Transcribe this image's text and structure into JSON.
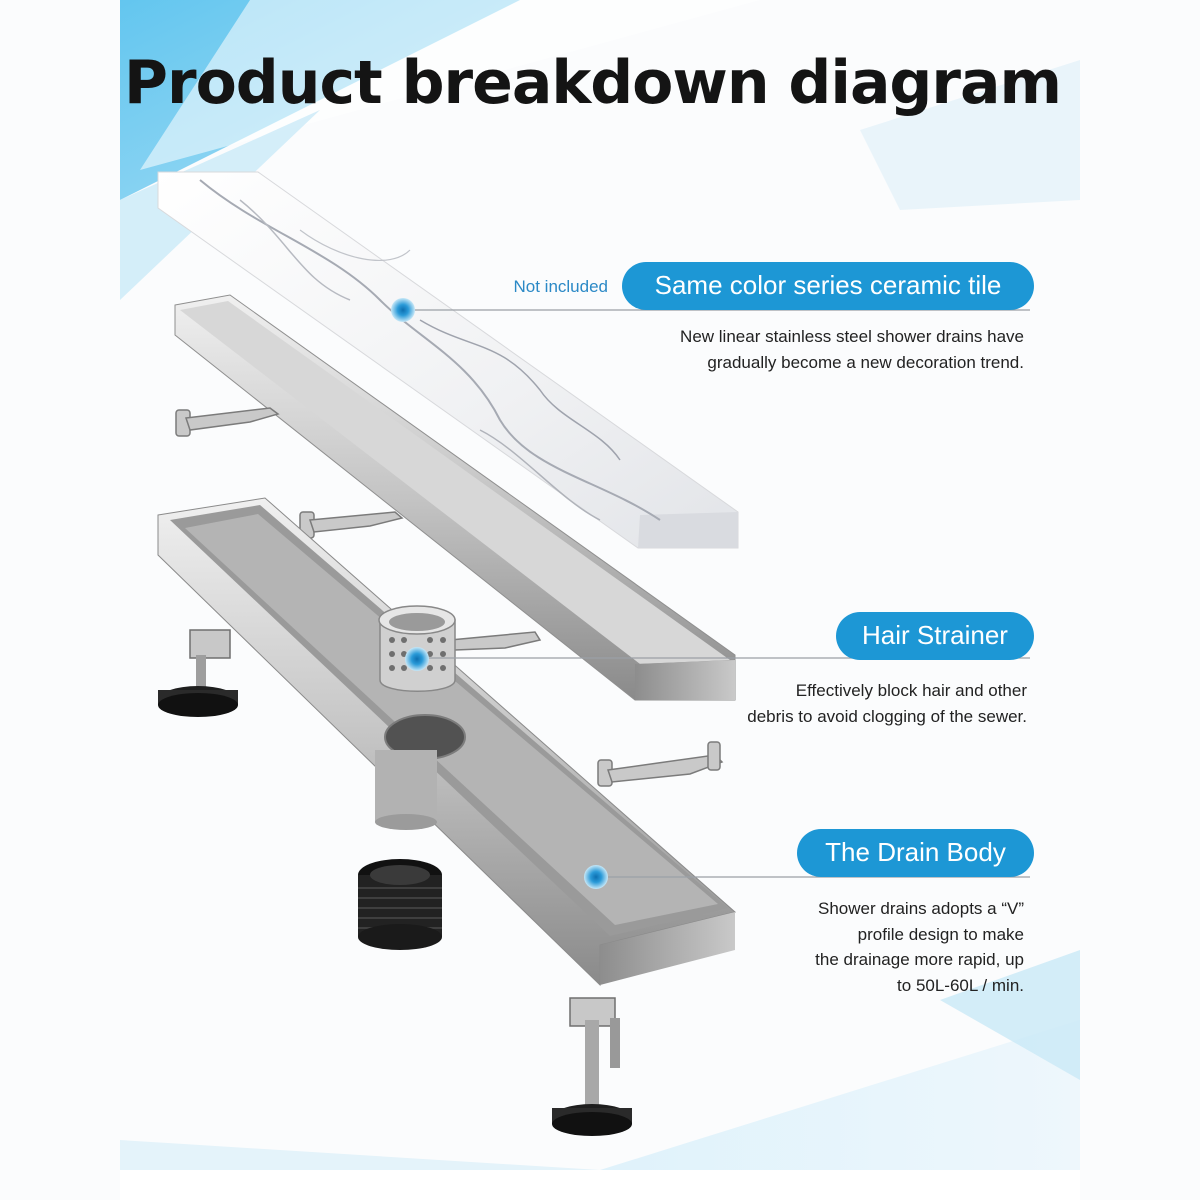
{
  "title": "Product breakdown diagram",
  "colors": {
    "accent": "#1d97d5",
    "accent_light": "#5cc3ee",
    "text": "#222222",
    "note": "#2b89c6"
  },
  "callouts": {
    "tile": {
      "note": "Not included",
      "label": "Same color series ceramic tile",
      "lines": [
        "New linear stainless steel shower drains have",
        "gradually become a new decoration trend."
      ]
    },
    "strainer": {
      "label": "Hair Strainer",
      "lines": [
        "Effectively block hair and other",
        "debris to avoid clogging of the sewer."
      ]
    },
    "body": {
      "label": "The Drain Body",
      "lines": [
        "Shower drains adopts a “V”",
        "profile design to make",
        "the drainage more rapid, up",
        "to 50L-60L / min."
      ]
    }
  }
}
